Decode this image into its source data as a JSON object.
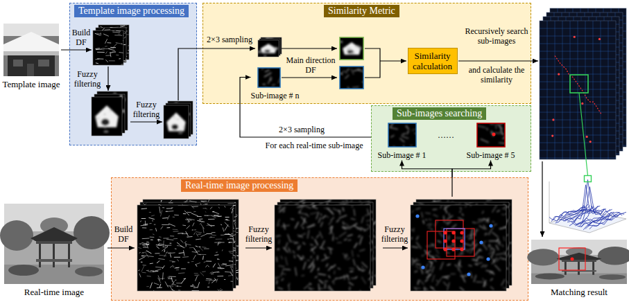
{
  "diagram": {
    "nodes": [
      {
        "text": [
          "Template image"
        ]
      },
      {
        "text": [
          "Template image processing"
        ]
      },
      {
        "text": [
          "Similarity Metric"
        ]
      },
      {
        "text": [
          "Sub-image # n"
        ],
        "in": 2
      },
      {
        "text": [
          "Similarity calculation"
        ],
        "in": 2
      },
      {
        "text": [
          "Sub-images searching"
        ]
      },
      {
        "text": [
          "Sub-image # 1"
        ],
        "in": 5
      },
      {
        "text": [
          "Sub-image # 5"
        ],
        "in": 5
      },
      {
        "text": [
          "Real-time image"
        ]
      },
      {
        "text": [
          "Real-time image processing"
        ]
      },
      {
        "text": [
          "Matching result"
        ]
      }
    ],
    "edges": [
      {
        "from": 5,
        "to": 3,
        "arrow": "to",
        "label": "2×3 sampling"
      },
      {
        "from": 9,
        "to": 6,
        "arrow": "to"
      },
      {
        "from": 9,
        "to": 7,
        "arrow": "to"
      }
    ],
    "labels": [
      "Build DF",
      "Fuzzy filtering",
      "Fuzzy filtering",
      "2×3 sampling",
      "Main direction DF",
      "Recursively search sub-images",
      "and calculate the similarity",
      "For each real-time sub-image",
      "……",
      "Build DF",
      "Fuzzy filtering",
      "Fuzzy filtering"
    ]
  }
}
